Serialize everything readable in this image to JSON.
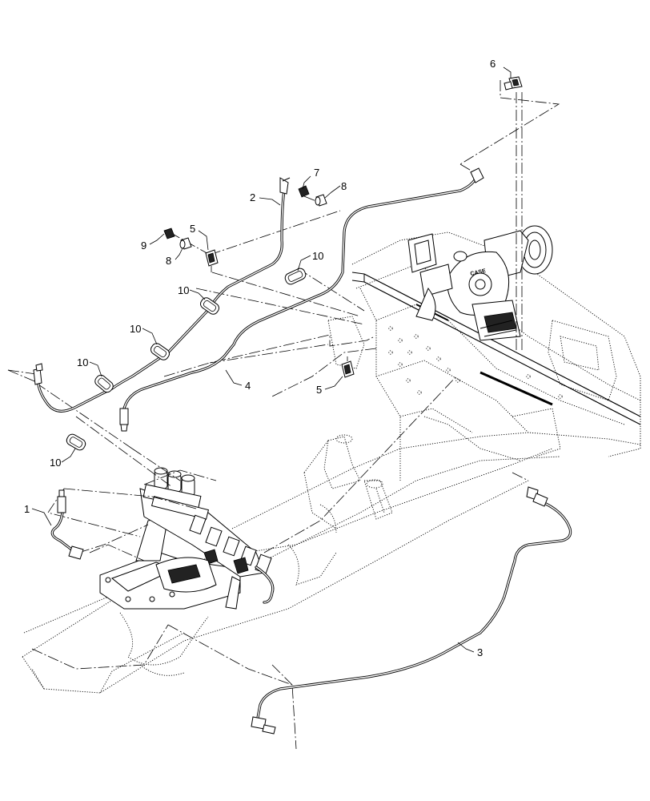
{
  "callouts": {
    "c1": "1",
    "c2": "2",
    "c3": "3",
    "c4": "4",
    "c5a": "5",
    "c5b": "5",
    "c6": "6",
    "c7": "7",
    "c8a": "8",
    "c8b": "8",
    "c9": "9",
    "c10a": "10",
    "c10b": "10",
    "c10c": "10",
    "c10d": "10",
    "c10e": "10"
  },
  "frame_label": "CASE"
}
